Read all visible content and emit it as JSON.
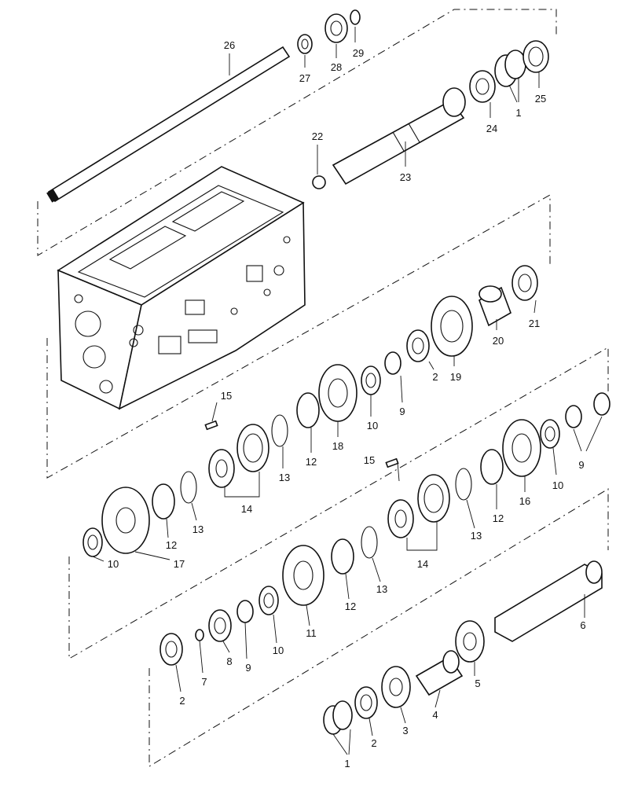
{
  "diagram": {
    "callouts": {
      "p1a": "1",
      "p1b": "1",
      "p2a": "2",
      "p2b": "2",
      "p2c": "2",
      "p3": "3",
      "p4": "4",
      "p5": "5",
      "p6": "6",
      "p7": "7",
      "p8": "8",
      "p9a": "9",
      "p9b": "9",
      "p9c": "9",
      "p10a": "10",
      "p10b": "10",
      "p10c": "10",
      "p10d": "10",
      "p11": "11",
      "p12a": "12",
      "p12b": "12",
      "p12c": "12",
      "p12d": "12",
      "p13a": "13",
      "p13b": "13",
      "p13c": "13",
      "p13d": "13",
      "p14a": "14",
      "p14b": "14",
      "p15a": "15",
      "p15b": "15",
      "p16": "16",
      "p17": "17",
      "p18": "18",
      "p19": "19",
      "p20": "20",
      "p21": "21",
      "p22": "22",
      "p23": "23",
      "p24": "24",
      "p25": "25",
      "p26": "26",
      "p27": "27",
      "p28": "28",
      "p29": "29"
    }
  }
}
